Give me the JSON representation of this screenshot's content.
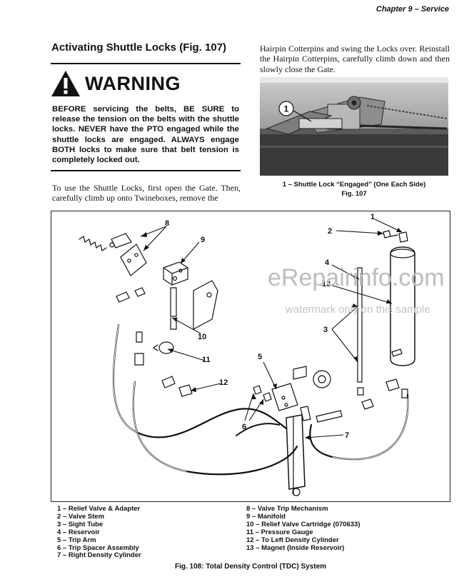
{
  "header": {
    "chapter": "Chapter 9 – Service"
  },
  "section": {
    "title": "Activating Shuttle Locks (Fig. 107)"
  },
  "warning": {
    "heading": "WARNING",
    "text": "BEFORE servicing the belts, BE SURE to release the tension on the belts with the shuttle locks. NEVER have the PTO engaged while the shuttle locks are engaged. ALWAYS engage BOTH locks to make sure that belt tension is completely locked out."
  },
  "body": {
    "intro": "To use the Shuttle Locks, first open the Gate. Then, carefully climb up onto Twineboxes, remove the",
    "continuation": "Hairpin Cotterpins and swing the Locks over. Reinstall the Hairpin Cotterpins, carefully climb down and then slowly close the Gate."
  },
  "fig107": {
    "callout": "1",
    "caption_line1": "1 – Shuttle Lock “Engaged” (One Each Side)",
    "caption_line2": "Fig. 107"
  },
  "fig108": {
    "callouts": [
      "1",
      "2",
      "3",
      "4",
      "5",
      "6",
      "7",
      "8",
      "9",
      "10",
      "11",
      "12",
      "13"
    ],
    "legend_left": [
      "1 – Relief Valve & Adapter",
      "2 – Valve Stem",
      "3 – Sight Tube",
      "4 – Reservoir",
      "5 – Trip Arm",
      "6 – Trip Spacer Assembly",
      "7 – Right Density Cylinder"
    ],
    "legend_right": [
      "8 – Valve Trip Mechanism",
      "9 – Manifold",
      "10 – Relief Valve Cartridge (070633)",
      "11 – Pressure Gauge",
      "12 – To Left Density Cylinder",
      "13 – Magnet (Inside Reservoir)"
    ],
    "caption": "Fig. 108: Total Density Control (TDC) System"
  },
  "watermark": {
    "line1": "eRepairinfo.com",
    "line2": "watermark only on this sample"
  }
}
